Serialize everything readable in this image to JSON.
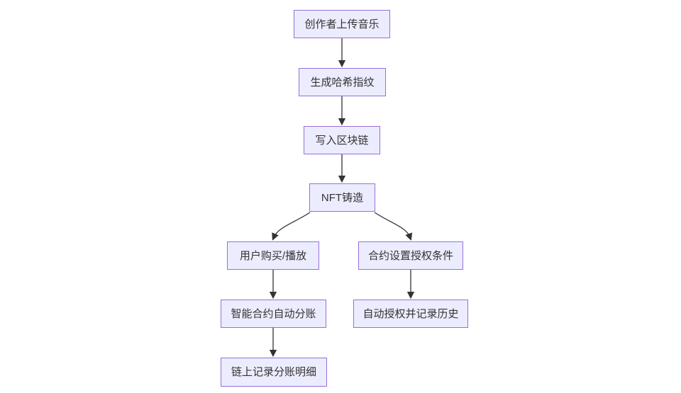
{
  "diagram": {
    "type": "flowchart",
    "direction": "top-down",
    "colors": {
      "background": "#FFFFFF",
      "node_fill": "#ECECFF",
      "node_border": "#9370DB",
      "edge": "#333333",
      "text": "#333333"
    },
    "nodes": [
      {
        "id": "upload",
        "label": "创作者上传音乐"
      },
      {
        "id": "hash",
        "label": "生成哈希指纹"
      },
      {
        "id": "chain",
        "label": "写入区块链"
      },
      {
        "id": "nft",
        "label": "NFT铸造"
      },
      {
        "id": "purchase",
        "label": "用户购买/播放"
      },
      {
        "id": "license",
        "label": "合约设置授权条件"
      },
      {
        "id": "split",
        "label": "智能合约自动分账"
      },
      {
        "id": "history",
        "label": "自动授权并记录历史"
      },
      {
        "id": "record",
        "label": "链上记录分账明细"
      }
    ],
    "edges": [
      {
        "from": "upload",
        "to": "hash",
        "style": "arrow"
      },
      {
        "from": "hash",
        "to": "chain",
        "style": "arrow"
      },
      {
        "from": "chain",
        "to": "nft",
        "style": "arrow"
      },
      {
        "from": "nft",
        "to": "purchase",
        "style": "arrow"
      },
      {
        "from": "nft",
        "to": "license",
        "style": "arrow"
      },
      {
        "from": "purchase",
        "to": "split",
        "style": "arrow"
      },
      {
        "from": "license",
        "to": "history",
        "style": "arrow"
      },
      {
        "from": "split",
        "to": "record",
        "style": "arrow"
      }
    ]
  }
}
